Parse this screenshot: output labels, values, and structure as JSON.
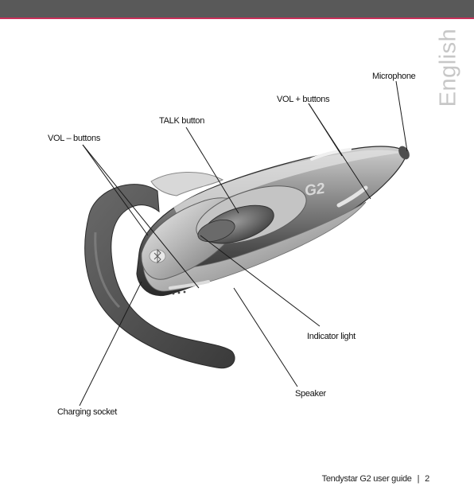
{
  "header": {
    "language_tab": "English",
    "bar_color": "#595959",
    "accent_color": "#c8305a"
  },
  "device": {
    "logo_text": "G2"
  },
  "callouts": {
    "microphone": "Microphone",
    "vol_plus": "VOL + buttons",
    "talk": "TALK button",
    "vol_minus": "VOL – buttons",
    "indicator": "Indicator light",
    "speaker": "Speaker",
    "charging": "Charging socket"
  },
  "footer": {
    "guide_title": "Tendystar G2 user guide",
    "separator": "|",
    "page_number": "2"
  }
}
